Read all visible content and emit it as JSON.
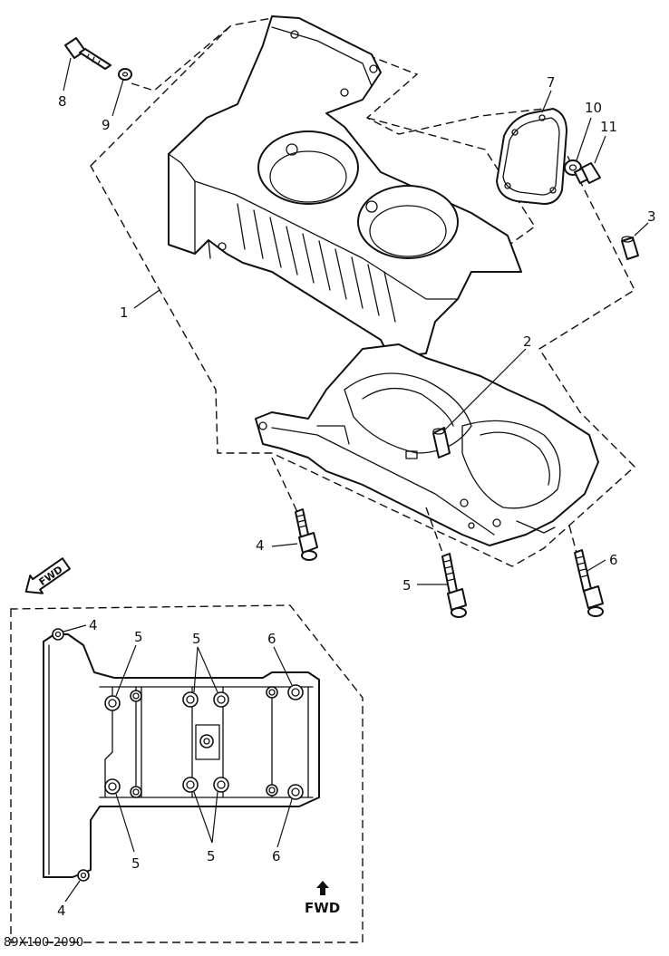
{
  "labels": {
    "crankcase": "1",
    "dowel_pin_2": "2",
    "dowel_pin_3": "3",
    "bolt_4": "4",
    "bolt_5": "5",
    "bolt_6": "6",
    "cover_7": "7",
    "bolt_8": "8",
    "washer_9": "9",
    "washer_10": "10",
    "plug_11": "11"
  },
  "inset": {
    "bolt_4_top": "4",
    "bolt_4_bottom": "4",
    "bolt_5_left_top": "5",
    "bolt_5_center_top": "5",
    "bolt_5_left_bottom": "5",
    "bolt_5_center_bottom": "5",
    "bolt_6_top": "6",
    "bolt_6_bottom": "6",
    "fwd": "FWD"
  },
  "fwd_badge": "FWD",
  "diagram_code": "89X100-2090"
}
